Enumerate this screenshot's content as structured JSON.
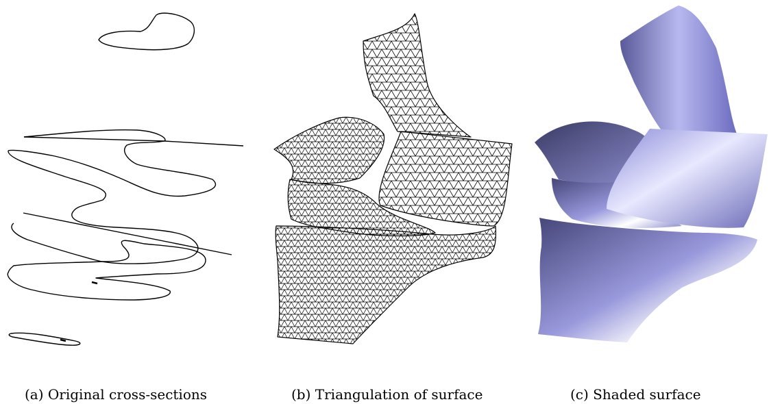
{
  "figure": {
    "panels": [
      {
        "id": "a",
        "label": "(a)",
        "caption": "Original cross-sections",
        "icon": "cross-section-contours"
      },
      {
        "id": "b",
        "label": "(b)",
        "caption": "Triangulation of surface",
        "icon": "triangle-mesh-wireframe"
      },
      {
        "id": "c",
        "label": "(c)",
        "caption": "Shaded surface",
        "icon": "shaded-3d-surface"
      }
    ],
    "colors": {
      "background": "#ffffff",
      "line": "#000000",
      "surface_light": "#c9c9ff",
      "surface_mid": "#8f8fe0",
      "surface_dark": "#3e3e6e"
    }
  }
}
